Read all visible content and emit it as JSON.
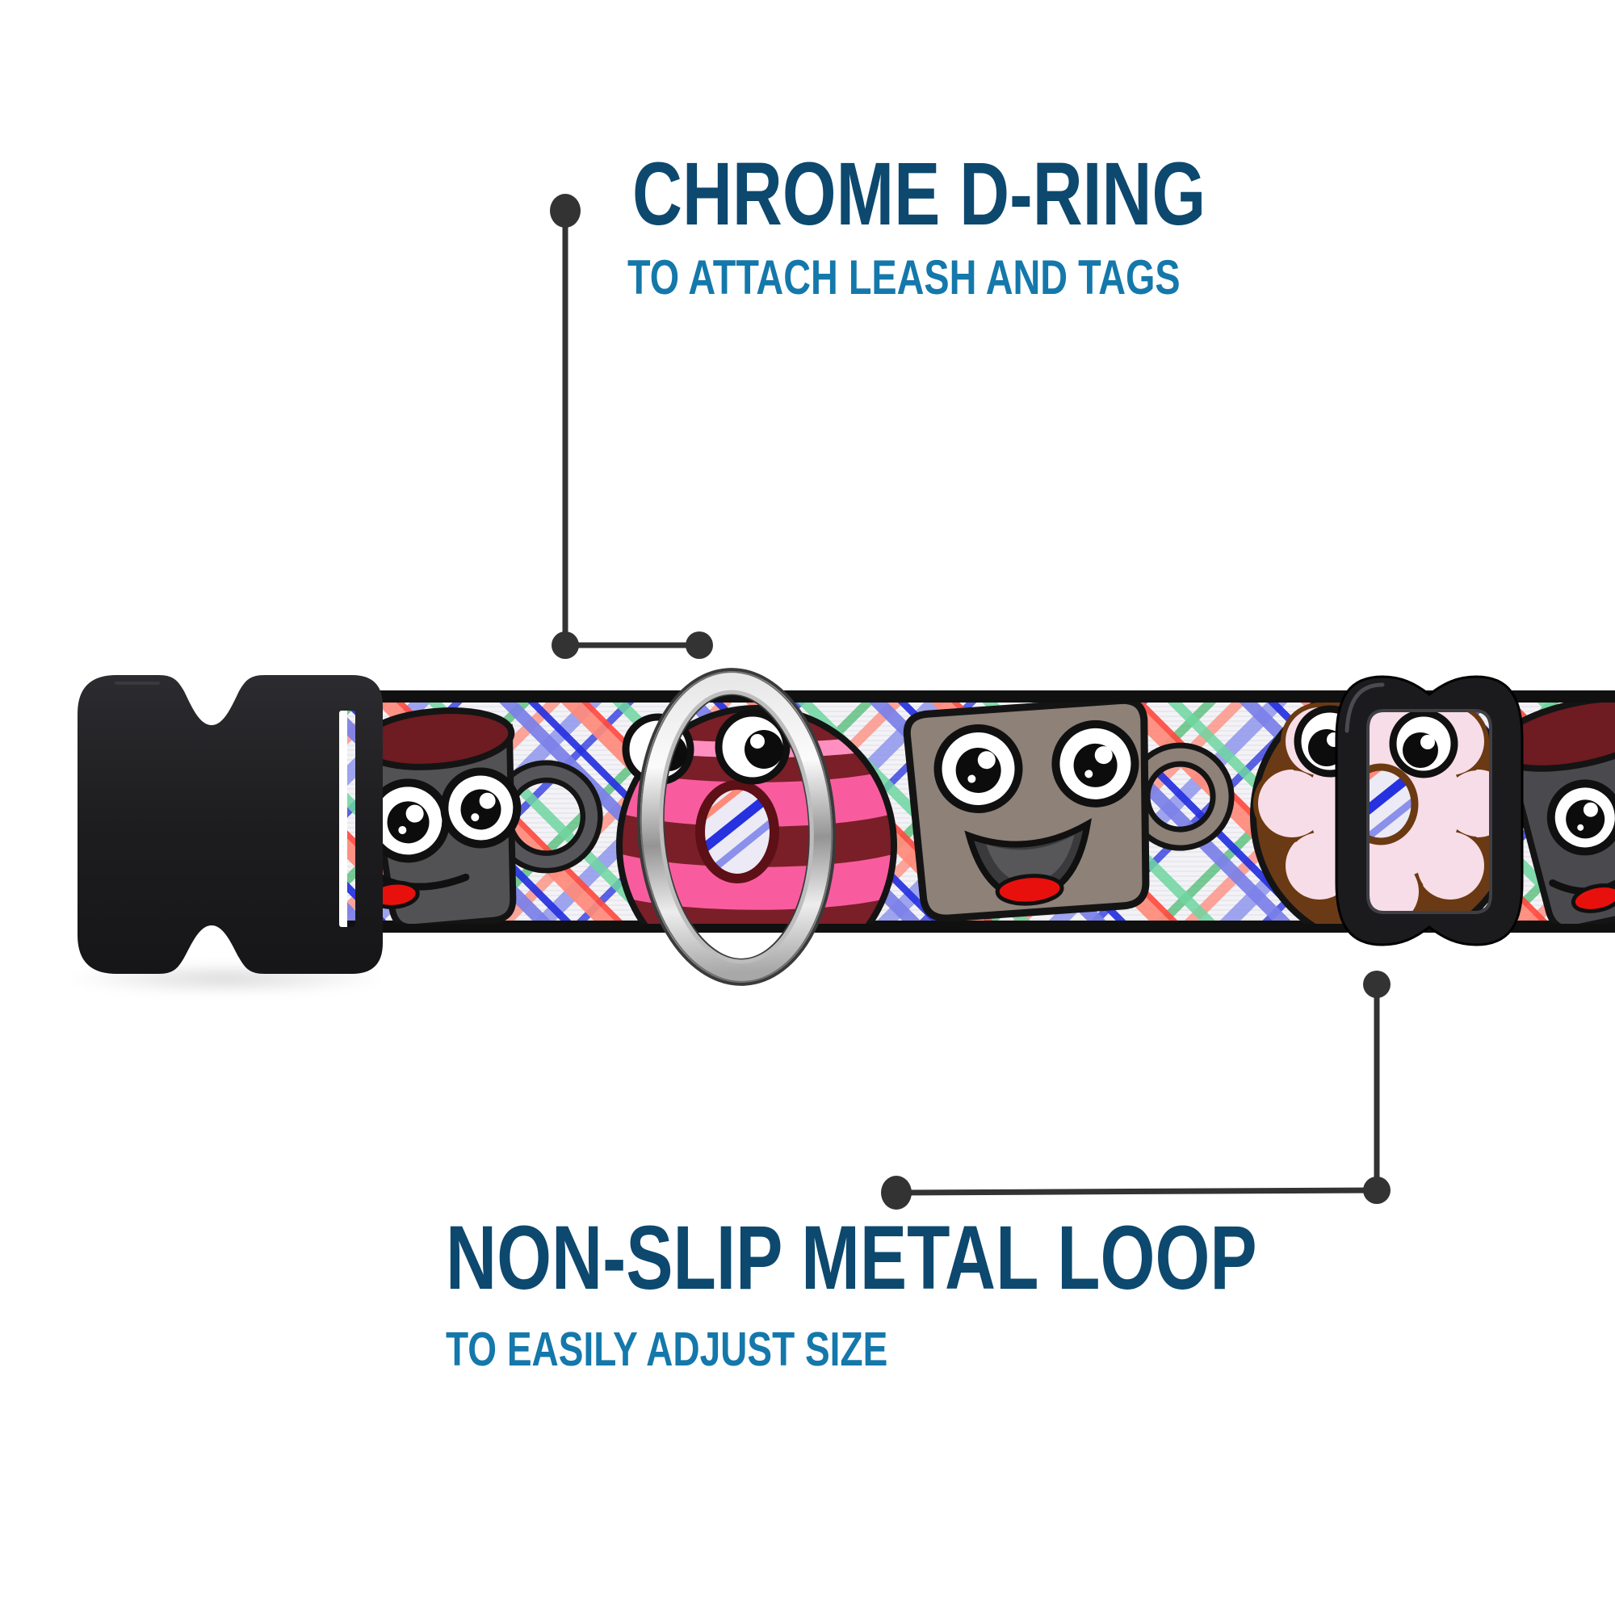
{
  "image": {
    "kind": "annotated product feature image",
    "subject": "dog collar with cartoon coffee mugs and donuts on plaid webbing",
    "background_color": "#ffffff"
  },
  "callouts": {
    "top": {
      "title": "CHROME D-RING",
      "subtitle": "TO ATTACH LEASH AND TAGS",
      "title_color": "#0d486e",
      "subtitle_color": "#1478ab",
      "line_color": "#333333"
    },
    "bottom": {
      "title": "NON-SLIP METAL LOOP",
      "subtitle": "TO EASILY ADJUST SIZE",
      "title_color": "#0d486e",
      "subtitle_color": "#1478ab",
      "line_color": "#333333"
    }
  },
  "parts": {
    "buckle": {
      "name": "side-release-buckle",
      "color": "#1b1b1d"
    },
    "d_ring": {
      "name": "chrome-d-ring",
      "color": "#c9c9c9"
    },
    "slider": {
      "name": "non-slip-metal-loop",
      "color": "#1b1b1d"
    },
    "strap": {
      "name": "patterned-collar-strap",
      "base_color": "#f3f3f7",
      "edge_color": "#101010",
      "plaid_colors": [
        "#7a80e8",
        "#2631df",
        "#ff8a7a",
        "#ff4b40",
        "#6ed6a0"
      ],
      "characters": [
        "gray coffee mug with maroon coffee",
        "maroon donut with pink stripes",
        "taupe coffee mug",
        "chocolate donut with pink frosting",
        "gray coffee mug partial"
      ]
    }
  }
}
